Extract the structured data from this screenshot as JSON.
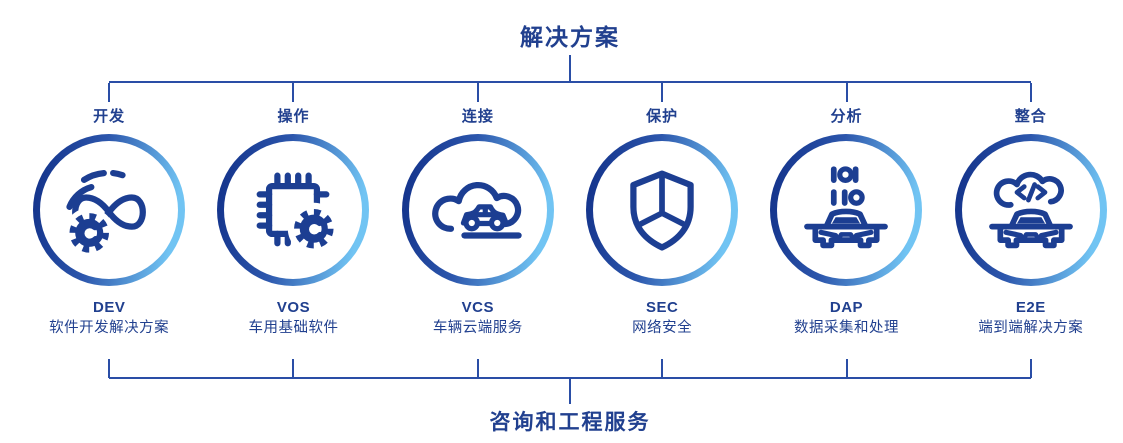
{
  "colors": {
    "navy_icon": "#1c3e92",
    "navy_text": "#21408f",
    "line": "#2a4ea6",
    "light_blue": "#72c5f3"
  },
  "header": {
    "title": "解决方案"
  },
  "footer": {
    "title": "咨询和工程服务"
  },
  "columns": [
    {
      "category": "开发",
      "icon": "devops-infinity-gear-icon",
      "code": "DEV",
      "label": "软件开发解决方案"
    },
    {
      "category": "操作",
      "icon": "chip-gear-icon",
      "code": "VOS",
      "label": "车用基础软件"
    },
    {
      "category": "连接",
      "icon": "cloud-car-icon",
      "code": "VCS",
      "label": "车辆云端服务"
    },
    {
      "category": "保护",
      "icon": "shield-icon",
      "code": "SEC",
      "label": "网络安全"
    },
    {
      "category": "分析",
      "icon": "binary-data-car-icon",
      "code": "DAP",
      "label": "数据采集和处理"
    },
    {
      "category": "整合",
      "icon": "cloud-code-car-icon",
      "code": "E2E",
      "label": "端到端解决方案"
    }
  ]
}
